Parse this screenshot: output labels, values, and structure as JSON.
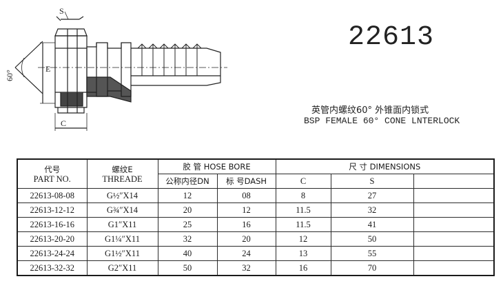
{
  "drawing": {
    "label_s": "S",
    "label_e": "E",
    "label_c": "C",
    "label_angle": "60°"
  },
  "part_number": "22613",
  "title_cn": "英管内螺纹60° 外锥面内锁式",
  "title_en": "BSP FEMALE 60° CONE LNTERLOCK",
  "table": {
    "headers": {
      "part_no_cn": "代号",
      "part_no_en": "PART NO.",
      "thread_cn": "螺纹E",
      "thread_en": "THREADE",
      "hose_bore": "胶  管 HOSE BORE",
      "dn": "公称内径DN",
      "dash": "标 号DASH",
      "dimensions": "尺  寸 DIMENSIONS",
      "c": "C",
      "s": "S"
    },
    "rows": [
      {
        "part_no": "22613-08-08",
        "thread": "G½″X14",
        "dn": "12",
        "dash": "08",
        "c": "8",
        "s": "27"
      },
      {
        "part_no": "22613-12-12",
        "thread": "G¾″X14",
        "dn": "20",
        "dash": "12",
        "c": "11.5",
        "s": "32"
      },
      {
        "part_no": "22613-16-16",
        "thread": "G1″X11",
        "dn": "25",
        "dash": "16",
        "c": "11.5",
        "s": "41"
      },
      {
        "part_no": "22613-20-20",
        "thread": "G1¼″X11",
        "dn": "32",
        "dash": "20",
        "c": "12",
        "s": "50"
      },
      {
        "part_no": "22613-24-24",
        "thread": "G1½″X11",
        "dn": "40",
        "dash": "24",
        "c": "13",
        "s": "55"
      },
      {
        "part_no": "22613-32-32",
        "thread": "G2″X11",
        "dn": "50",
        "dash": "32",
        "c": "16",
        "s": "70"
      }
    ]
  }
}
